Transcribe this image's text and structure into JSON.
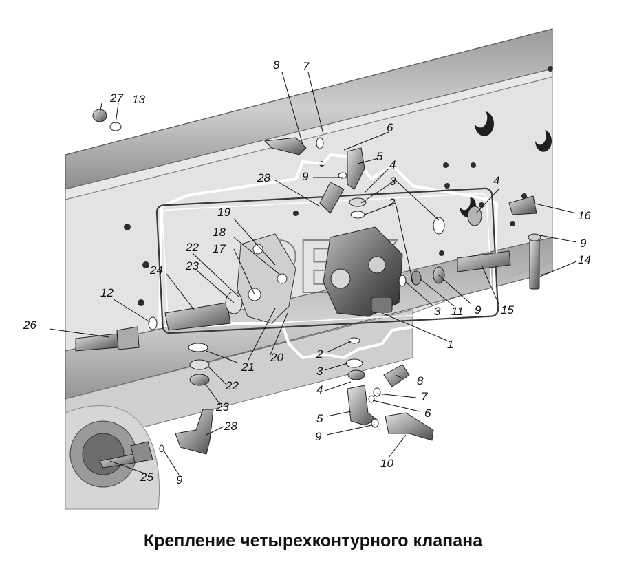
{
  "diagram": {
    "title": "Крепление четырехконтурного клапана",
    "watermark": "PEX",
    "callouts": {
      "c1": "1",
      "c2a": "2",
      "c2b": "2",
      "c3a": "3",
      "c3b": "3",
      "c3c": "3",
      "c4a": "4",
      "c4b": "4",
      "c4c": "4",
      "c5a": "5",
      "c5b": "5",
      "c6a": "6",
      "c6b": "6",
      "c7a": "7",
      "c7b": "7",
      "c8a": "8",
      "c8b": "8",
      "c9a": "9",
      "c9b": "9",
      "c9c": "9",
      "c9d": "9",
      "c9e": "9",
      "c10": "10",
      "c11": "11",
      "c12": "12",
      "c13": "13",
      "c14": "14",
      "c15": "15",
      "c16": "16",
      "c17": "17",
      "c18": "18",
      "c19": "19",
      "c20": "20",
      "c21": "21",
      "c22a": "22",
      "c22b": "22",
      "c23a": "23",
      "c23b": "23",
      "c24": "24",
      "c25": "25",
      "c26": "26",
      "c27": "27",
      "c28a": "28",
      "c28b": "28"
    }
  }
}
